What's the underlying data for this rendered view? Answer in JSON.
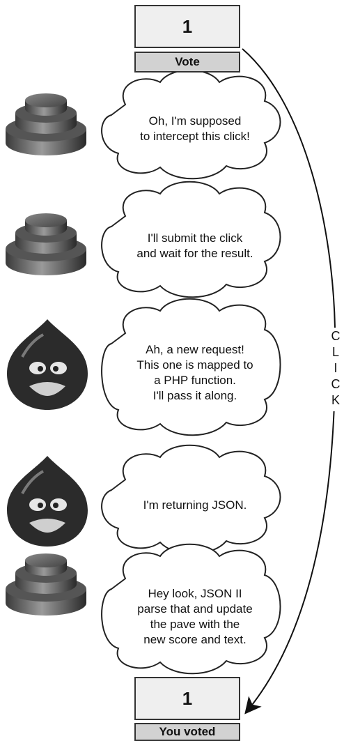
{
  "top_widget": {
    "score": "1",
    "button_label": "Vote"
  },
  "bottom_widget": {
    "score": "1",
    "button_label": "You voted"
  },
  "click_label": [
    "C",
    "L",
    "I",
    "C",
    "K"
  ],
  "steps": [
    {
      "actor": "stack-icon",
      "lines": [
        "Oh, I'm supposed",
        "to intercept this click!"
      ]
    },
    {
      "actor": "stack-icon",
      "lines": [
        "I'll submit the click",
        "and wait for the result."
      ]
    },
    {
      "actor": "drupal-drop-icon",
      "lines": [
        "Ah, a new request!",
        "This one is mapped to",
        "a PHP function.",
        "I'll pass it along."
      ]
    },
    {
      "actor": "drupal-drop-icon",
      "lines": [
        "I'm returning JSON."
      ]
    },
    {
      "actor": "stack-icon",
      "lines": [
        "Hey look, JSON II",
        "parse that and update",
        "the pave with the",
        "new score and text."
      ]
    }
  ]
}
